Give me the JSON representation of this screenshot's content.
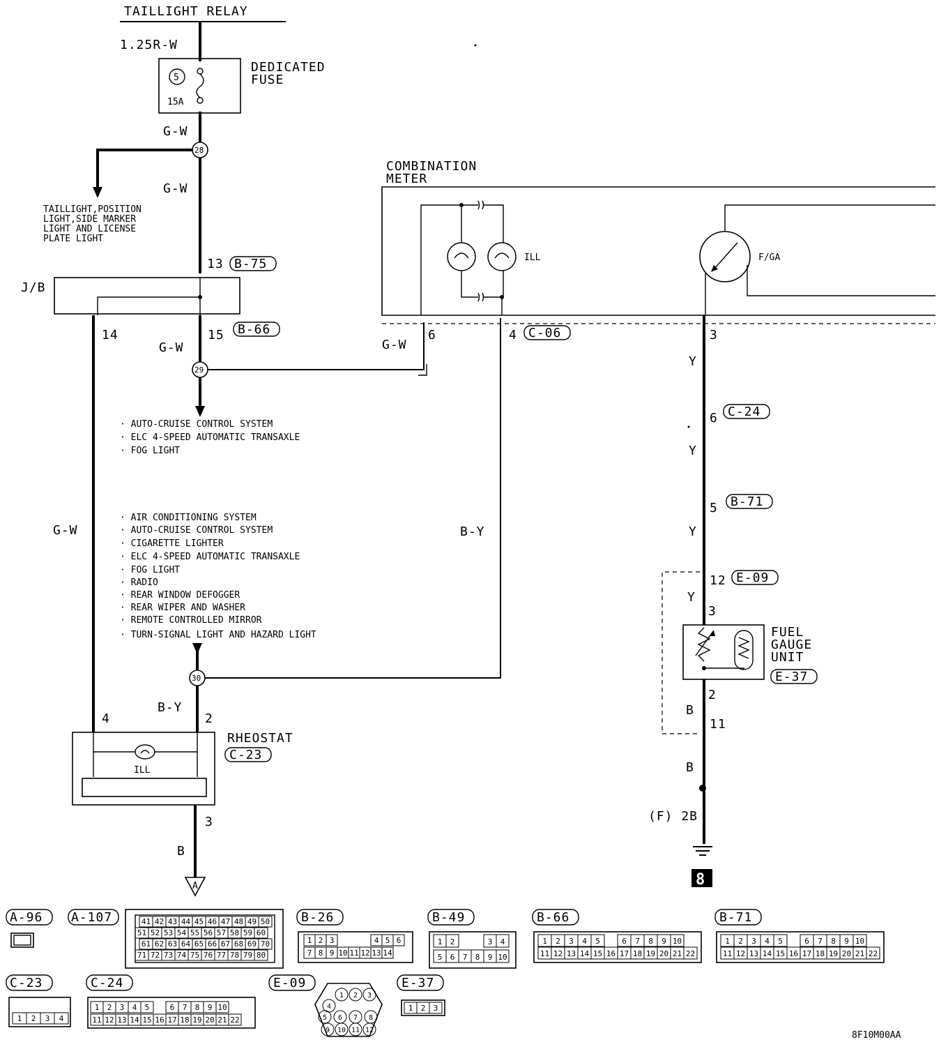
{
  "relay": {
    "label": "TAILLIGHT RELAY",
    "wire": "1.25R-W"
  },
  "fuse": {
    "label_line1": "DEDICATED",
    "label_line2": "FUSE",
    "number": "5",
    "rating": "15A"
  },
  "wires": {
    "gw_a": "G-W",
    "gw_b": "G-W",
    "gw_c": "G-W",
    "gw_d": "G-W",
    "gw_e": "G-W",
    "by_a": "B-Y",
    "by_b": "B-Y",
    "y_a": "Y",
    "y_b": "Y",
    "y_c": "Y",
    "y_d": "Y",
    "b_a": "B",
    "b_b": "B",
    "b_c": "B"
  },
  "splices": {
    "s28": "28",
    "s29": "29",
    "s30": "30"
  },
  "taillight_dest": [
    "TAILLIGHT,POSITION",
    "LIGHT,SIDE MARKER",
    "LIGHT AND LICENSE",
    "PLATE LIGHT"
  ],
  "jb": {
    "label": "J/B",
    "pin_in": "13",
    "conn_in": "B-75",
    "pin_out_left": "14",
    "pin_out_right": "15",
    "conn_out": "B-66"
  },
  "dest_list_1": [
    "· AUTO-CRUISE CONTROL SYSTEM",
    "· ELC 4-SPEED AUTOMATIC TRANSAXLE",
    "· FOG LIGHT"
  ],
  "dest_list_2": [
    "· AIR CONDITIONING SYSTEM",
    "· AUTO-CRUISE CONTROL SYSTEM",
    "· CIGARETTE LIGHTER",
    "· ELC 4-SPEED AUTOMATIC TRANSAXLE",
    "· FOG LIGHT",
    "· RADIO",
    "· REAR WINDOW DEFOGGER",
    "· REAR WIPER AND WASHER",
    "· REMOTE CONTROLLED MIRROR",
    "· TURN-SIGNAL LIGHT AND HAZARD LIGHT"
  ],
  "meter": {
    "label_line1": "COMBINATION",
    "label_line2": "METER",
    "ill": "ILL",
    "fga": "F/GA",
    "pin6": "6",
    "pin4": "4",
    "conn": "C-06",
    "pin3": "3"
  },
  "fuel_line": {
    "p_c24": "6",
    "c_c24": "C-24",
    "p_b71": "5",
    "c_b71": "B-71",
    "p_e09a": "12",
    "c_e09": "E-09",
    "p_unit_in": "3",
    "p_unit_out": "2",
    "p_e09b": "11"
  },
  "fuel_unit": {
    "line1": "FUEL",
    "line2": "GAUGE",
    "line3": "UNIT",
    "conn": "E-37"
  },
  "ground": {
    "label": "(F) 2B",
    "number": "8"
  },
  "rheostat": {
    "label": "RHEOSTAT",
    "conn": "C-23",
    "pin4": "4",
    "pin2": "2",
    "pin3": "3",
    "ill": "ILL",
    "dest": "A"
  },
  "connectors": {
    "a96": "A-96",
    "a107": "A-107",
    "b26": "B-26",
    "b49": "B-49",
    "b66": "B-66",
    "b71": "B-71",
    "c23": "C-23",
    "c24": "C-24",
    "e09": "E-09",
    "e37": "E-37"
  },
  "drawing_code": "8F10M00AA"
}
